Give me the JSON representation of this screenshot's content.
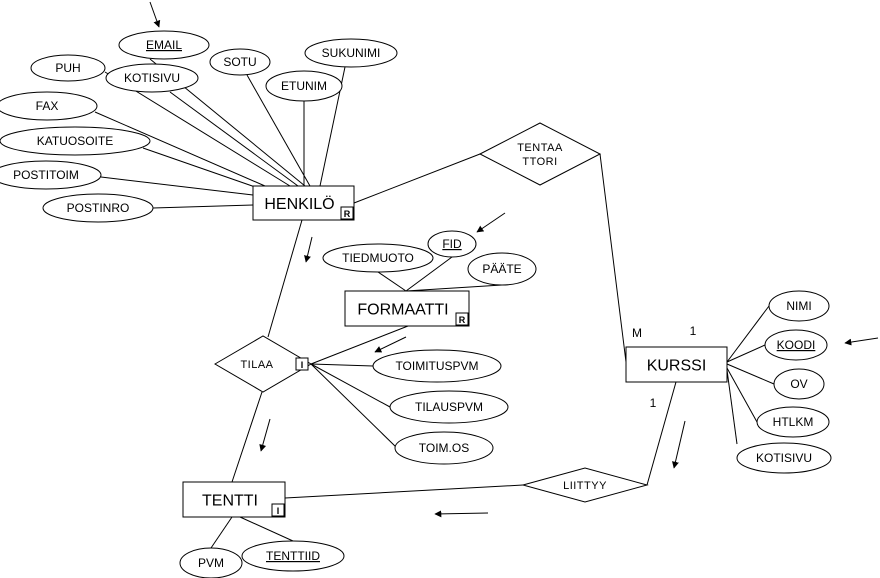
{
  "entities": [
    {
      "id": "henkilo",
      "label": "HENKILÖ",
      "flag": "R"
    },
    {
      "id": "formaatti",
      "label": "FORMAATTI",
      "flag": "R"
    },
    {
      "id": "kurssi",
      "label": "KURSSI",
      "flag": ""
    },
    {
      "id": "tentti",
      "label": "TENTTI",
      "flag": "I"
    }
  ],
  "relationships": [
    {
      "id": "tentaattori",
      "lines": [
        "TENTAA",
        "TTORI"
      ],
      "flag": ""
    },
    {
      "id": "tilaa",
      "lines": [
        "TILAA"
      ],
      "flag": "I"
    },
    {
      "id": "liittyy",
      "lines": [
        "LIITTYY"
      ],
      "flag": ""
    }
  ],
  "attributes": [
    {
      "id": "email",
      "label": "EMAIL",
      "key": true
    },
    {
      "id": "sotu",
      "label": "SOTU",
      "key": false
    },
    {
      "id": "sukunimi",
      "label": "SUKUNIMI",
      "key": false
    },
    {
      "id": "puh",
      "label": "PUH",
      "key": false
    },
    {
      "id": "kotisivu-h",
      "label": "KOTISIVU",
      "key": false
    },
    {
      "id": "etunim",
      "label": "ETUNIM",
      "key": false
    },
    {
      "id": "fax",
      "label": "FAX",
      "key": false
    },
    {
      "id": "katuosoite",
      "label": "KATUOSOITE",
      "key": false
    },
    {
      "id": "postitoim",
      "label": "POSTITOIM",
      "key": false
    },
    {
      "id": "postinro",
      "label": "POSTINRO",
      "key": false
    },
    {
      "id": "tiedmuoto",
      "label": "TIEDMUOTO",
      "key": false
    },
    {
      "id": "fid",
      "label": "FID",
      "key": true
    },
    {
      "id": "paate",
      "label": "PÄÄTE",
      "key": false
    },
    {
      "id": "toimituspvm",
      "label": "TOIMITUSPVM",
      "key": false
    },
    {
      "id": "tilauspvm",
      "label": "TILAUSPVM",
      "key": false
    },
    {
      "id": "toimos",
      "label": "TOIM.OS",
      "key": false
    },
    {
      "id": "nimi",
      "label": "NIMI",
      "key": false
    },
    {
      "id": "koodi",
      "label": "KOODI",
      "key": true
    },
    {
      "id": "ov",
      "label": "OV",
      "key": false
    },
    {
      "id": "htlkm",
      "label": "HTLKM",
      "key": false
    },
    {
      "id": "kotisivu-k",
      "label": "KOTISIVU",
      "key": false
    },
    {
      "id": "pvm",
      "label": "PVM",
      "key": false
    },
    {
      "id": "tenttiid",
      "label": "TENTTIID",
      "key": true
    }
  ],
  "cardinalities": [
    {
      "id": "kurssi-tentaattori",
      "label": "M"
    },
    {
      "id": "kurssi-tentaattori-2",
      "label": "1"
    },
    {
      "id": "kurssi-liittyy",
      "label": "1"
    }
  ]
}
